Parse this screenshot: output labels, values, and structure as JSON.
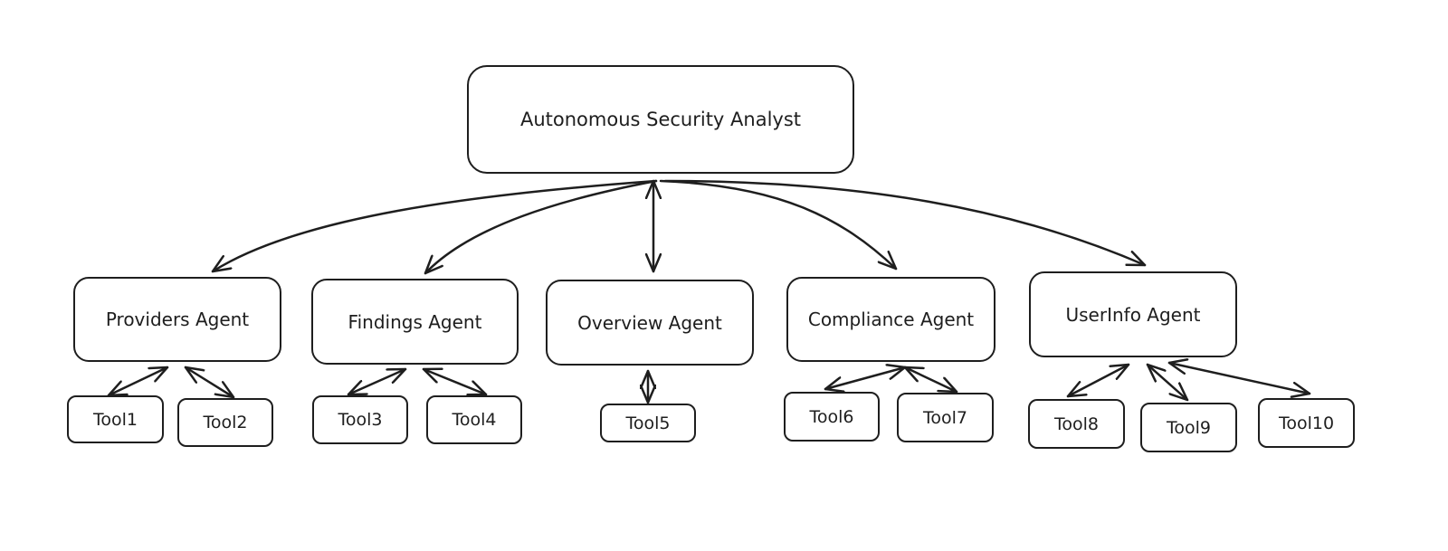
{
  "diagram": {
    "root": "Autonomous Security Analyst",
    "agents": [
      {
        "label": "Providers Agent",
        "tools": [
          "Tool1",
          "Tool2"
        ]
      },
      {
        "label": "Findings Agent",
        "tools": [
          "Tool3",
          "Tool4"
        ]
      },
      {
        "label": "Overview Agent",
        "tools": [
          "Tool5"
        ]
      },
      {
        "label": "Compliance Agent",
        "tools": [
          "Tool6",
          "Tool7"
        ]
      },
      {
        "label": "UserInfo Agent",
        "tools": [
          "Tool8",
          "Tool9",
          "Tool10"
        ]
      }
    ],
    "stroke_color": "#1e1e1e",
    "background_color": "#ffffff"
  }
}
